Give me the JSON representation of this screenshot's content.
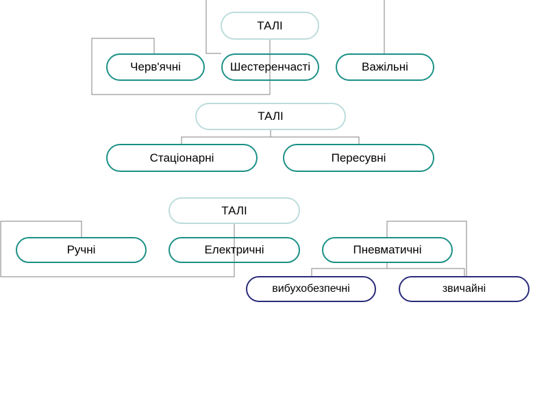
{
  "diagram1": {
    "root": "ТАЛІ",
    "children": [
      "Черв'ячні",
      "Шестеренчасті",
      "Важільні"
    ]
  },
  "diagram2": {
    "root": "ТАЛІ",
    "children": [
      "Стаціонарні",
      "Пересувні"
    ]
  },
  "diagram3": {
    "root": "ТАЛІ",
    "children": [
      "Ручні",
      "Електричні",
      "Пневматичні"
    ],
    "pneumatic_children": [
      "вибухобезпечні",
      "звичайні"
    ]
  },
  "colors": {
    "node_border": "#1a9086",
    "root_border": "#bcdcdc",
    "sub_border": "#2a2a7a",
    "connector": "#808080"
  }
}
